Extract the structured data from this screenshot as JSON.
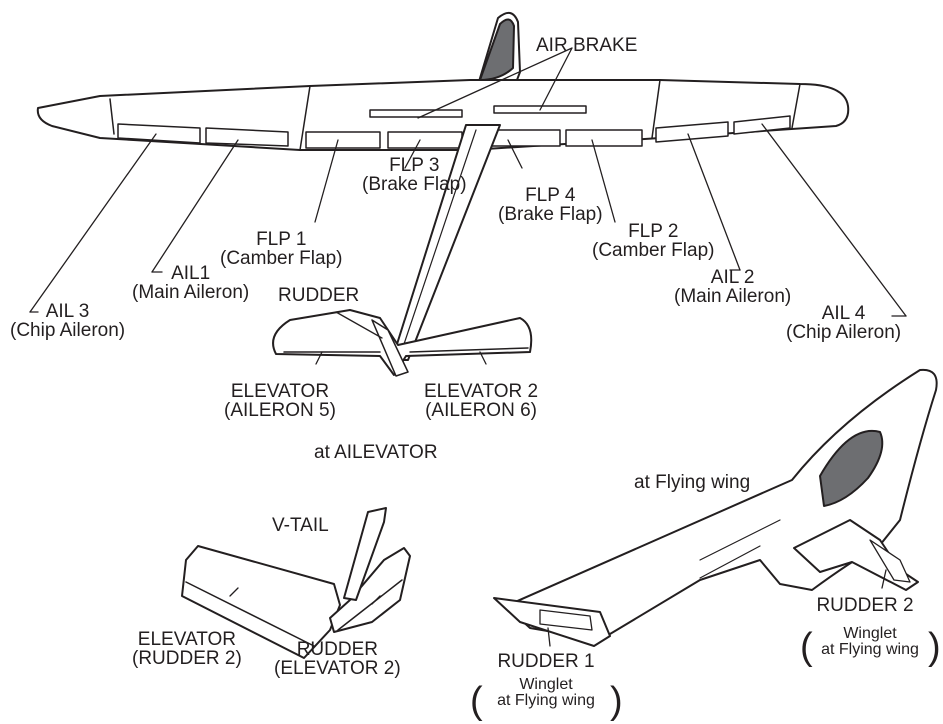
{
  "colors": {
    "ink": "#231f20",
    "canopy": "#6d6e71",
    "background": "#ffffff"
  },
  "labels": {
    "air_brake": "AIR BRAKE",
    "flp3": {
      "line1": "FLP  3",
      "line2": "(Brake Flap)"
    },
    "flp4": {
      "line1": "FLP  4",
      "line2": "(Brake Flap)"
    },
    "flp1": {
      "line1": "FLP 1",
      "line2": "(Camber Flap)"
    },
    "flp2": {
      "line1": "FLP 2",
      "line2": "(Camber Flap)"
    },
    "ail1": {
      "line1": "AIL1",
      "line2": "(Main Aileron)"
    },
    "ail2": {
      "line1": "AIL 2",
      "line2": "(Main Aileron)"
    },
    "ail3": {
      "line1": "AIL 3",
      "line2": "(Chip Aileron)"
    },
    "ail4": {
      "line1": "AIL 4",
      "line2": "(Chip Aileron)"
    },
    "rudder": "RUDDER",
    "elevator": {
      "line1": "ELEVATOR",
      "line2": "(AILERON 5)"
    },
    "elevator2": {
      "line1": "ELEVATOR 2",
      "line2": "(AILERON 6)"
    },
    "v_tail": "V-TAIL",
    "vtail_elevator": {
      "line1": "ELEVATOR",
      "line2": "(RUDDER 2)"
    },
    "vtail_rudder": {
      "line1": "RUDDER",
      "line2": "(ELEVATOR 2)"
    },
    "rudder1": {
      "line1": "RUDDER 1",
      "line2": "Winglet",
      "line3": "at Flying wing"
    },
    "rudder2": {
      "line1": "RUDDER 2",
      "line2": "Winglet",
      "line3": "at Flying wing"
    }
  },
  "captions": {
    "ailevator": "at  AILEVATOR",
    "flying_wing": "at Flying wing"
  }
}
